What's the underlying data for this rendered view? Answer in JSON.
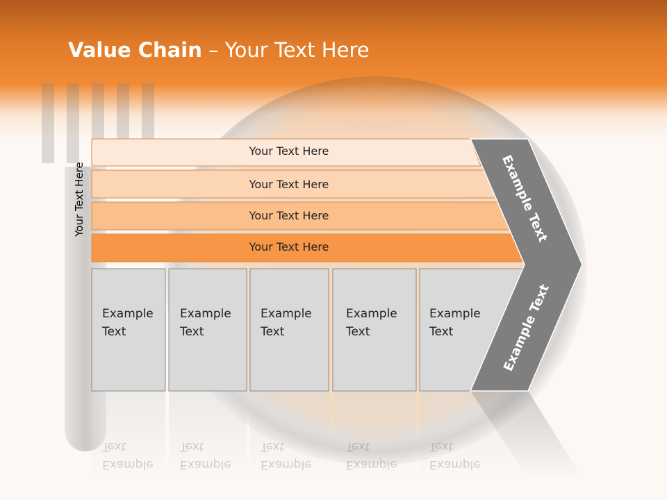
{
  "title": {
    "bold": "Value Chain",
    "rest": " – Your Text Here"
  },
  "side_label": "Your Text Here",
  "bars": [
    {
      "label": "Your Text Here",
      "color": "#fde9d9"
    },
    {
      "label": "Your Text Here",
      "color": "#fcd5b4"
    },
    {
      "label": "Your Text Here",
      "color": "#fbbf8c"
    },
    {
      "label": "Your Text Here",
      "color": "#f79646"
    }
  ],
  "boxes": [
    {
      "line1": "Example",
      "line2": "Text"
    },
    {
      "line1": "Example",
      "line2": "Text"
    },
    {
      "line1": "Example",
      "line2": "Text"
    },
    {
      "line1": "Example",
      "line2": "Text"
    },
    {
      "line1": "Example",
      "line2": "Text"
    }
  ],
  "chevron": {
    "upper": "Example Text",
    "lower": "Example Text",
    "color": "#7f7f7f"
  }
}
